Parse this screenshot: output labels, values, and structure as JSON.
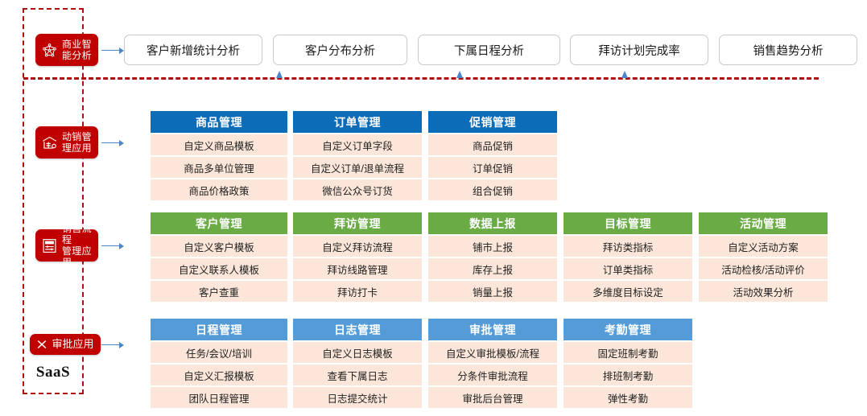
{
  "diagram": {
    "saas_label": "SaaS",
    "colors": {
      "badge_red": "#c00000",
      "dashed_red": "#b10e0e",
      "arrow_blue": "#4a86c8",
      "header_blue_dark": "#0c6cb8",
      "header_green": "#6bab46",
      "header_blue_light": "#549bd8",
      "row_peach": "#fbe6d9",
      "pill_border": "#c9c9c9"
    }
  },
  "sections": [
    {
      "badge": {
        "label": "商业智\n能分析",
        "icon": "network-graph-icon"
      },
      "pills": [
        {
          "label": "客户新增统计分析"
        },
        {
          "label": "客户分布分析"
        },
        {
          "label": "下属日程分析"
        },
        {
          "label": "拜访计划完成率"
        },
        {
          "label": "销售趋势分析"
        }
      ]
    },
    {
      "badge": {
        "label": "动销管\n理应用",
        "icon": "store-building-icon"
      },
      "cards": [
        {
          "title": "商品管理",
          "header_color": "#0c6cb8",
          "rows": [
            "自定义商品模板",
            "商品多单位管理",
            "商品价格政策"
          ]
        },
        {
          "title": "订单管理",
          "header_color": "#0c6cb8",
          "rows": [
            "自定义订单字段",
            "自定义订单/退单流程",
            "微信公众号订货"
          ]
        },
        {
          "title": "促销管理",
          "header_color": "#0c6cb8",
          "rows": [
            "商品促销",
            "订单促销",
            "组合促销"
          ]
        }
      ]
    },
    {
      "badge": {
        "label": "销售流程\n管理应用",
        "icon": "sale-document-icon"
      },
      "cards": [
        {
          "title": "客户管理",
          "header_color": "#6bab46",
          "rows": [
            "自定义客户模板",
            "自定义联系人模板",
            "客户查重"
          ]
        },
        {
          "title": "拜访管理",
          "header_color": "#6bab46",
          "rows": [
            "自定义拜访流程",
            "拜访线路管理",
            "拜访打卡"
          ]
        },
        {
          "title": "数据上报",
          "header_color": "#6bab46",
          "rows": [
            "铺市上报",
            "库存上报",
            "销量上报"
          ]
        },
        {
          "title": "目标管理",
          "header_color": "#6bab46",
          "rows": [
            "拜访类指标",
            "订单类指标",
            "多维度目标设定"
          ]
        },
        {
          "title": "活动管理",
          "header_color": "#6bab46",
          "rows": [
            "自定义活动方案",
            "活动检核/活动评价",
            "活动效果分析"
          ]
        }
      ]
    },
    {
      "badge": {
        "label": "审批应用",
        "icon": "approval-check-icon"
      },
      "cards": [
        {
          "title": "日程管理",
          "header_color": "#549bd8",
          "rows": [
            "任务/会议/培训",
            "自定义汇报模板",
            "团队日程管理"
          ]
        },
        {
          "title": "日志管理",
          "header_color": "#549bd8",
          "rows": [
            "自定义日志模板",
            "查看下属日志",
            "日志提交统计"
          ]
        },
        {
          "title": "审批管理",
          "header_color": "#549bd8",
          "rows": [
            "自定义审批模板/流程",
            "分条件审批流程",
            "审批后台管理"
          ]
        },
        {
          "title": "考勤管理",
          "header_color": "#549bd8",
          "rows": [
            "固定班制考勤",
            "排班制考勤",
            "弹性考勤"
          ]
        }
      ]
    }
  ]
}
